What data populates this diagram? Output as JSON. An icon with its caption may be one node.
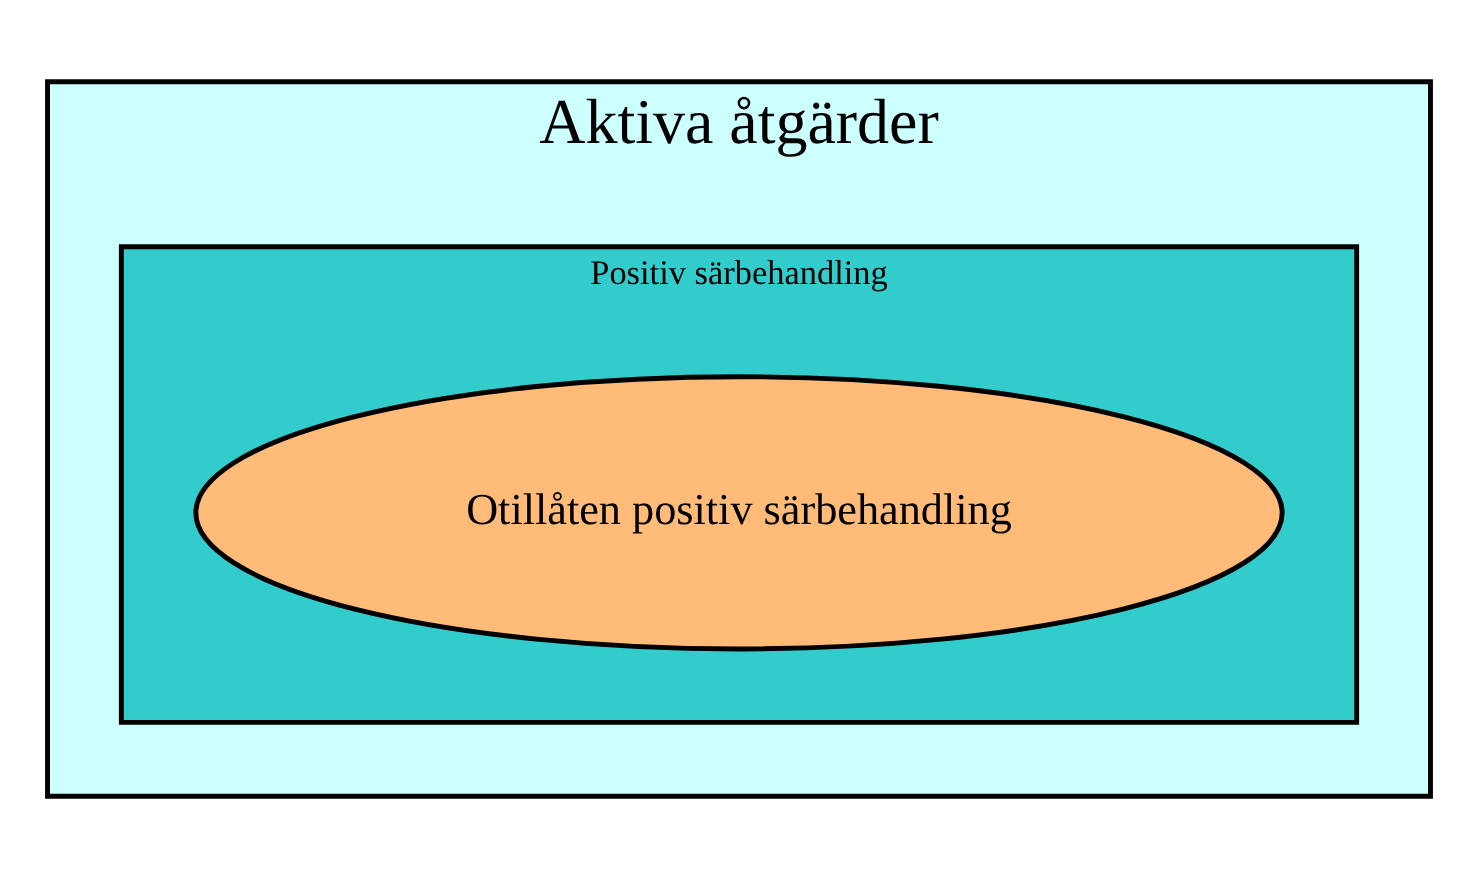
{
  "diagram": {
    "nodes": [
      {
        "text": [
          "Aktiva åtgärder"
        ]
      },
      {
        "text": [
          "Positiv särbehandling"
        ],
        "in": 0
      },
      {
        "text": [
          "Otillåten positiv särbehandling"
        ],
        "in": 1
      }
    ]
  }
}
